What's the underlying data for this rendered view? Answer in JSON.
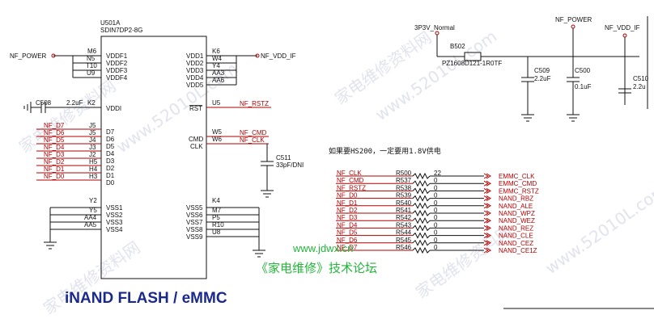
{
  "watermarks": [
    "家电维修资料网",
    "www.52010L.com"
  ],
  "chip": {
    "ref": "U501A",
    "part": "SDIN7DP2-8G",
    "left_pins": [
      {
        "num": "M6",
        "name": "VDDF1"
      },
      {
        "num": "N5",
        "name": "VDDF2"
      },
      {
        "num": "T10",
        "name": "VDDF3"
      },
      {
        "num": "U9",
        "name": "VDDF4"
      },
      {
        "num": "K2",
        "name": "VDDI"
      },
      {
        "num": "J5",
        "name": "D7"
      },
      {
        "num": "J5",
        "name": "D6"
      },
      {
        "num": "J4",
        "name": "D5"
      },
      {
        "num": "J3",
        "name": "D4"
      },
      {
        "num": "J2",
        "name": "D3"
      },
      {
        "num": "H5",
        "name": "D2"
      },
      {
        "num": "H4",
        "name": "D1"
      },
      {
        "num": "H3",
        "name": "D0"
      },
      {
        "num": "Y2",
        "name": "VSS1"
      },
      {
        "num": "Y5",
        "name": "VSS2"
      },
      {
        "num": "AA4",
        "name": "VSS3"
      },
      {
        "num": "AA5",
        "name": "VSS4"
      }
    ],
    "right_pins": [
      {
        "num": "K6",
        "name": "VDD1"
      },
      {
        "num": "W4",
        "name": "VDD2"
      },
      {
        "num": "Y4",
        "name": "VDD3"
      },
      {
        "num": "AA3",
        "name": "VDD4"
      },
      {
        "num": "AA6",
        "name": "VDD5"
      },
      {
        "num": "U5",
        "name": "RST"
      },
      {
        "num": "W5",
        "name": "CMD"
      },
      {
        "num": "W6",
        "name": "CLK"
      },
      {
        "num": "K4",
        "name": "VSS5"
      },
      {
        "num": "M7",
        "name": "VSS6"
      },
      {
        "num": "P5",
        "name": "VSS7"
      },
      {
        "num": "R10",
        "name": "VSS8"
      },
      {
        "num": "U8",
        "name": "VSS9"
      }
    ]
  },
  "nets": {
    "nf_power": "NF_POWER",
    "nf_vdd_if": "NF_VDD_IF",
    "nf_rstz": "NF_RSTZ",
    "nf_cmd": "NF_CMD",
    "nf_clk": "NF_CLK",
    "data": [
      "NF_D7",
      "NF_D6",
      "NF_D5",
      "NF_D4",
      "NF_D3",
      "NF_D2",
      "NF_D1",
      "NF_D0"
    ],
    "p3v3": "3P3V_Normal"
  },
  "parts": {
    "c508": "C508",
    "c508_val": "2.2uF",
    "c511": "C511",
    "c511_val": "33pF/DNI",
    "b502": "B502",
    "b502_val": "PZ1608D121-1R0TF",
    "c509": "C509",
    "c509_val": "2.2uF",
    "c500": "C500",
    "c500_val": "0.1uF",
    "c510": "C510",
    "c510_val": "2.2u"
  },
  "note": "如果要HS200，一定要用1.8V供电",
  "resistor_table": [
    {
      "net": "NF_CLK",
      "ref": "R500",
      "val": "22",
      "dest": "EMMC_CLK"
    },
    {
      "net": "NF_CMD",
      "ref": "R537",
      "val": "0",
      "dest": "EMMC_CMD"
    },
    {
      "net": "NF_RSTZ",
      "ref": "R538",
      "val": "0",
      "dest": "EMMC_RSTZ"
    },
    {
      "net": "NF_D0",
      "ref": "R539",
      "val": "0",
      "dest": "NAND_RBZ"
    },
    {
      "net": "NF_D1",
      "ref": "R540",
      "val": "0",
      "dest": "NAND_ALE"
    },
    {
      "net": "NF_D2",
      "ref": "R541",
      "val": "0",
      "dest": "NAND_WPZ"
    },
    {
      "net": "NF_D3",
      "ref": "R542",
      "val": "0",
      "dest": "NAND_WEZ"
    },
    {
      "net": "NF_D4",
      "ref": "R543",
      "val": "0",
      "dest": "NAND_REZ"
    },
    {
      "net": "NF_D5",
      "ref": "R544",
      "val": "0",
      "dest": "NAND_CLE"
    },
    {
      "net": "NF_D6",
      "ref": "R545",
      "val": "0",
      "dest": "NAND_CEZ"
    },
    {
      "net": "NF_D7",
      "ref": "R546",
      "val": "0",
      "dest": "NAND_CE1Z"
    }
  ],
  "site_url": "www.jdwx.cn",
  "forum": "《家电维修》技术论坛",
  "caption": "iNAND FLASH / eMMC"
}
